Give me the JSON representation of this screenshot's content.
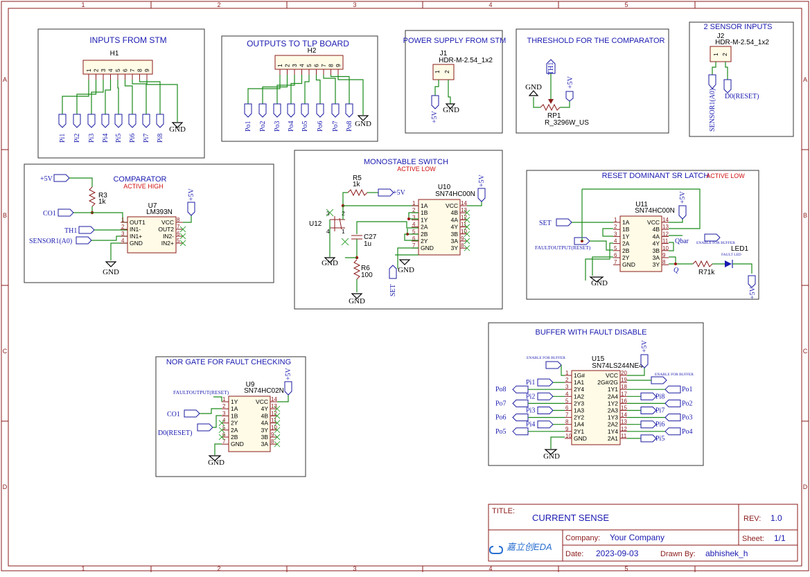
{
  "frame": {
    "columns": [
      "1",
      "2",
      "3",
      "4",
      "5"
    ],
    "rows": [
      "A",
      "B",
      "C",
      "D"
    ]
  },
  "blocks": {
    "inputs_stm": {
      "title": "INPUTS FROM STM",
      "ref": "H1",
      "pins": [
        "1",
        "2",
        "3",
        "4",
        "5",
        "6",
        "7",
        "8",
        "9"
      ],
      "nets": [
        "Pi1",
        "Pi2",
        "Pi3",
        "Pi4",
        "Pi5",
        "Pi6",
        "Pi7",
        "Pi8"
      ],
      "gnd": "GND"
    },
    "outputs_tlp": {
      "title": "OUTPUTS TO TLP BOARD",
      "ref": "H2",
      "pins": [
        "1",
        "2",
        "3",
        "4",
        "5",
        "6",
        "7",
        "8",
        "9"
      ],
      "nets": [
        "Po1",
        "Po2",
        "Po3",
        "Po4",
        "Po5",
        "Po6",
        "Po7",
        "Po8"
      ],
      "gnd": "GND"
    },
    "power": {
      "title": "POWER SUPPLY FROM STM",
      "ref": "J1",
      "part": "HDR-M-2.54_1x2",
      "pins": [
        "1",
        "2"
      ],
      "vcc": "+5V",
      "gnd": "GND"
    },
    "threshold": {
      "title": "THRESHOLD FOR THE COMPARATOR",
      "net": "TH1",
      "gnd": "GND",
      "vcc": "+5V",
      "ref": "RP1",
      "part": "R_3296W_US"
    },
    "sensor_inputs": {
      "title": "2 SENSOR INPUTS",
      "ref": "J2",
      "part": "HDR-M-2.54_1x2",
      "pins": [
        "1",
        "2"
      ],
      "nets": [
        "SENSOR1(A0)",
        "D0(RESET)"
      ]
    },
    "comparator": {
      "title": "COMPARATOR",
      "subtitle": "ACTIVE HIGH",
      "vcc_net": "+5V",
      "res_ref": "R3",
      "res_val": "1k",
      "chip_ref": "U7",
      "chip_part": "LM393N",
      "left_pins": [
        {
          "n": "1",
          "name": "OUT1"
        },
        {
          "n": "2",
          "name": "IN1-"
        },
        {
          "n": "3",
          "name": "IN1+"
        },
        {
          "n": "4",
          "name": "GND"
        }
      ],
      "right_pins": [
        {
          "n": "8",
          "name": "VCC"
        },
        {
          "n": "7",
          "name": "OUT2"
        },
        {
          "n": "6",
          "name": "IN2-"
        },
        {
          "n": "5",
          "name": "IN2+"
        }
      ],
      "nets": {
        "co1": "CO1",
        "th1": "TH1",
        "sensor": "SENSOR1(A0)",
        "gnd": "GND",
        "vcc": "+5V"
      }
    },
    "monostable": {
      "title": "MONOSTABLE SWITCH",
      "subtitle": "ACTIVE LOW",
      "r5_ref": "R5",
      "r5_val": "1k",
      "vcc": "+5V",
      "chip_ref": "U10",
      "chip_part": "SN74HC00N",
      "u12_ref": "U12",
      "u12_pins": [
        "3",
        "4",
        "2",
        "1"
      ],
      "cap_ref": "C27",
      "cap_val": "1u",
      "r6_ref": "R6",
      "r6_val": "100",
      "left_pins": [
        {
          "n": "1",
          "name": "1A"
        },
        {
          "n": "2",
          "name": "1B"
        },
        {
          "n": "3",
          "name": "1Y"
        },
        {
          "n": "4",
          "name": "2A"
        },
        {
          "n": "5",
          "name": "2B"
        },
        {
          "n": "6",
          "name": "2Y"
        },
        {
          "n": "7",
          "name": "GND"
        }
      ],
      "right_pins": [
        {
          "n": "14",
          "name": "VCC"
        },
        {
          "n": "13",
          "name": "4B"
        },
        {
          "n": "12",
          "name": "4A"
        },
        {
          "n": "11",
          "name": "4Y"
        },
        {
          "n": "10",
          "name": "3B"
        },
        {
          "n": "9",
          "name": "3A"
        },
        {
          "n": "8",
          "name": "3Y"
        }
      ],
      "gnd": "GND",
      "set": "SET"
    },
    "sr_latch": {
      "title": "RESET DOMINANT SR LATCH",
      "subtitle": "ACTIVE LOW",
      "chip_ref": "U11",
      "chip_part": "SN74HC00N",
      "vcc": "+5V",
      "left_pins": [
        {
          "n": "1",
          "name": "1A"
        },
        {
          "n": "2",
          "name": "1B"
        },
        {
          "n": "3",
          "name": "1Y"
        },
        {
          "n": "4",
          "name": "2A"
        },
        {
          "n": "5",
          "name": "2B"
        },
        {
          "n": "6",
          "name": "2Y"
        },
        {
          "n": "7",
          "name": "GND"
        }
      ],
      "right_pins": [
        {
          "n": "14",
          "name": "VCC"
        },
        {
          "n": "13",
          "name": "4B"
        },
        {
          "n": "12",
          "name": "4A"
        },
        {
          "n": "11",
          "name": "4Y"
        },
        {
          "n": "10",
          "name": "3B"
        },
        {
          "n": "9",
          "name": "3A"
        },
        {
          "n": "8",
          "name": "3Y"
        }
      ],
      "set": "SET",
      "fault": "FAULTOUTPUT(RESET)",
      "qbar": "Qbar",
      "q": "Q",
      "enable": "ENABLE FOR BUFFER",
      "led_ref": "LED1",
      "led_label": "FAULT LED",
      "res": "R71k",
      "gnd": "GND",
      "led_vcc": "+5V"
    },
    "nor_gate": {
      "title": "NOR GATE FOR FAULT CHECKING",
      "chip_ref": "U9",
      "chip_part": "SN74HC02N",
      "vcc": "+5V",
      "left_pins": [
        {
          "n": "1",
          "name": "1Y"
        },
        {
          "n": "2",
          "name": "1A"
        },
        {
          "n": "3",
          "name": "1B"
        },
        {
          "n": "4",
          "name": "2Y"
        },
        {
          "n": "5",
          "name": "2A"
        },
        {
          "n": "6",
          "name": "2B"
        },
        {
          "n": "7",
          "name": "GND"
        }
      ],
      "right_pins": [
        {
          "n": "14",
          "name": "VCC"
        },
        {
          "n": "13",
          "name": "4Y"
        },
        {
          "n": "12",
          "name": "4B"
        },
        {
          "n": "11",
          "name": "4A"
        },
        {
          "n": "10",
          "name": "3Y"
        },
        {
          "n": "9",
          "name": "3B"
        },
        {
          "n": "8",
          "name": "3A"
        }
      ],
      "fault": "FAULTOUTPUT(RESET)",
      "co1": "CO1",
      "d0": "D0(RESET)",
      "gnd": "GND"
    },
    "buffer": {
      "title": "BUFFER WITH FAULT DISABLE",
      "chip_ref": "U15",
      "chip_part": "SN74LS244NE4",
      "vcc": "+5V",
      "left_pins": [
        {
          "n": "1",
          "name": "1G#"
        },
        {
          "n": "2",
          "name": "1A1"
        },
        {
          "n": "3",
          "name": "2Y4"
        },
        {
          "n": "4",
          "name": "1A2"
        },
        {
          "n": "5",
          "name": "2Y3"
        },
        {
          "n": "6",
          "name": "1A3"
        },
        {
          "n": "7",
          "name": "2Y2"
        },
        {
          "n": "8",
          "name": "1A4"
        },
        {
          "n": "9",
          "name": "2Y1"
        },
        {
          "n": "10",
          "name": "GND"
        }
      ],
      "right_pins": [
        {
          "n": "20",
          "name": "VCC"
        },
        {
          "n": "19",
          "name": "2G#/2G"
        },
        {
          "n": "18",
          "name": "1Y1"
        },
        {
          "n": "17",
          "name": "2A4"
        },
        {
          "n": "16",
          "name": "1Y2"
        },
        {
          "n": "15",
          "name": "2A3"
        },
        {
          "n": "14",
          "name": "1Y3"
        },
        {
          "n": "13",
          "name": "2A2"
        },
        {
          "n": "12",
          "name": "1Y4"
        },
        {
          "n": "11",
          "name": "2A1"
        }
      ],
      "enable": "ENABLE FOR BUFFER",
      "left_nets_in": [
        "Pi1",
        "Pi2",
        "Pi3",
        "Pi4"
      ],
      "left_nets_out": [
        "Po8",
        "Po7",
        "Po6",
        "Po5"
      ],
      "right_nets_out": [
        "Po1",
        "Po2",
        "Po3",
        "Po4"
      ],
      "right_nets_in": [
        "Pi8",
        "Pi7",
        "Pi6",
        "Pi5"
      ],
      "gnd": "GND"
    }
  },
  "title_block": {
    "title_label": "TITLE:",
    "title": "CURRENT SENSE",
    "rev_label": "REV:",
    "rev": "1.0",
    "company_label": "Company:",
    "company": "Your Company",
    "sheet_label": "Sheet:",
    "sheet": "1/1",
    "date_label": "Date:",
    "date": "2023-09-03",
    "drawn_label": "Drawn By:",
    "drawn": "abhishek_h",
    "logo": "嘉立创EDA"
  }
}
